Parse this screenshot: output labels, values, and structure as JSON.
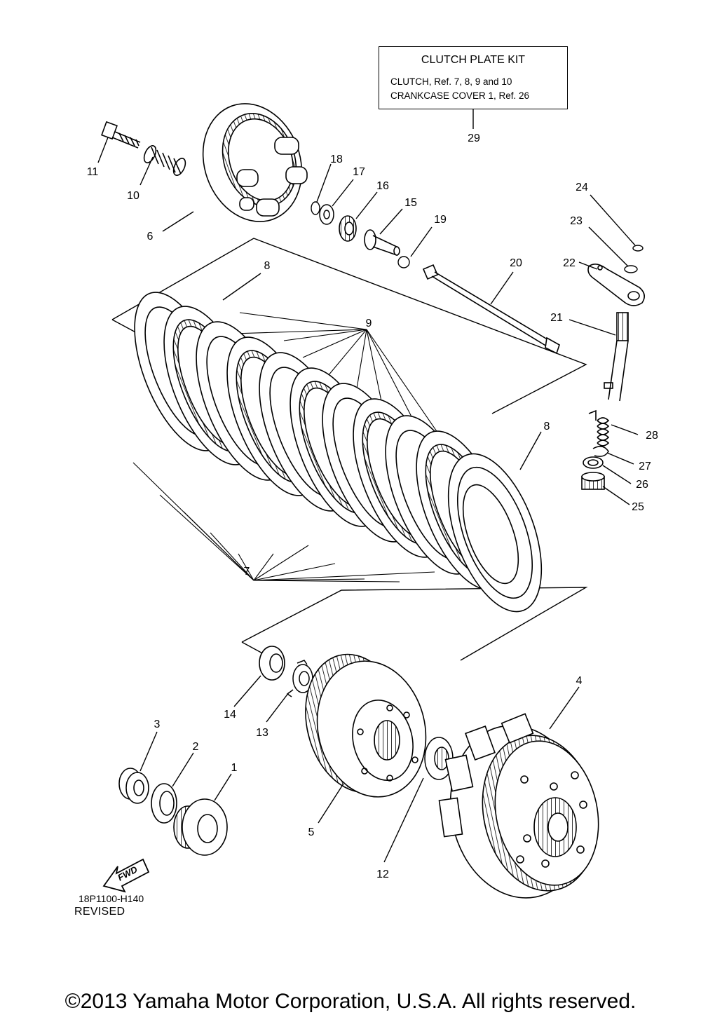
{
  "kit_box": {
    "title": "CLUTCH PLATE KIT",
    "line1": "CLUTCH, Ref. 7, 8, 9  and  10",
    "line2": "CRANKCASE COVER 1, Ref. 26"
  },
  "callouts": {
    "c1": "1",
    "c2": "2",
    "c3": "3",
    "c4": "4",
    "c5": "5",
    "c6": "6",
    "c7": "7",
    "c8a": "8",
    "c8b": "8",
    "c9": "9",
    "c10": "10",
    "c11": "11",
    "c12": "12",
    "c13": "13",
    "c14": "14",
    "c15": "15",
    "c16": "16",
    "c17": "17",
    "c18": "18",
    "c19": "19",
    "c20": "20",
    "c21": "21",
    "c22": "22",
    "c23": "23",
    "c24": "24",
    "c25": "25",
    "c26": "26",
    "c27": "27",
    "c28": "28",
    "c29": "29"
  },
  "fwd_label": "FWD",
  "ref_code": "18P1100-H140",
  "revision": "REVISED",
  "copyright": "©2013 Yamaha Motor Corporation, U.S.A. All rights reserved."
}
